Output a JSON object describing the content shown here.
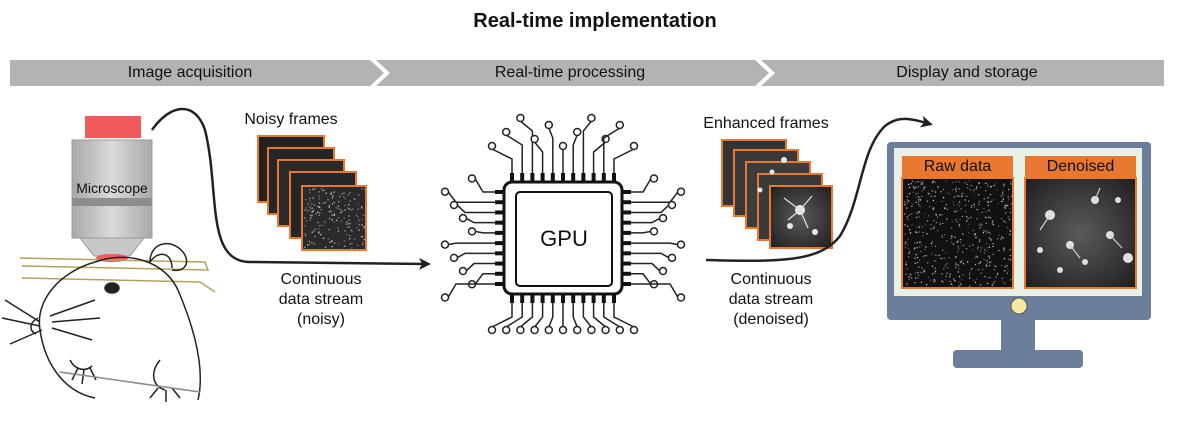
{
  "title": "Real-time implementation",
  "stages": [
    {
      "label": "Image acquisition"
    },
    {
      "label": "Real-time processing"
    },
    {
      "label": "Display and storage"
    }
  ],
  "acquisition": {
    "microscope_label": "Microscope",
    "frames_label": "Noisy frames",
    "stream_label": [
      "Continuous",
      "data stream",
      "(noisy)"
    ]
  },
  "processing": {
    "gpu_label": "GPU"
  },
  "output": {
    "frames_label": "Enhanced frames",
    "stream_label": [
      "Continuous",
      "data stream",
      "(denoised)"
    ]
  },
  "display": {
    "panels": [
      {
        "label": "Raw data"
      },
      {
        "label": "Denoised"
      }
    ]
  },
  "colors": {
    "banner": "#b3b3b3",
    "accent": "#e8782f",
    "laser": "#f05a5a",
    "monitor": "#6b7f9a",
    "screen_bg": "#e8f1e6",
    "power": "#f7e8a0",
    "lens": "#c8c8c8"
  }
}
